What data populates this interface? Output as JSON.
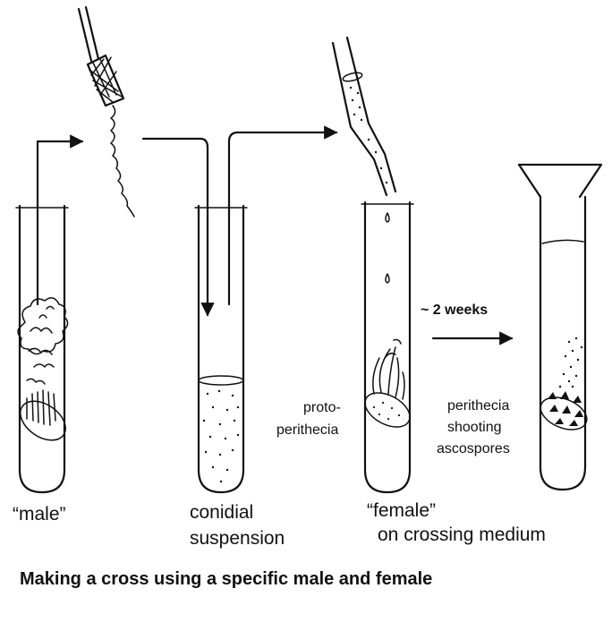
{
  "labels": {
    "male": "“male”",
    "conidial": "conidial",
    "suspension": "suspension",
    "female": "“female”",
    "crossing_medium": "on crossing medium",
    "proto": "proto-",
    "perithecia_small": "perithecia",
    "weeks": "~ 2 weeks",
    "perithecia": "perithecia",
    "shooting": "shooting",
    "ascospores": "ascospores"
  },
  "caption": "Making a cross using a specific male and female"
}
